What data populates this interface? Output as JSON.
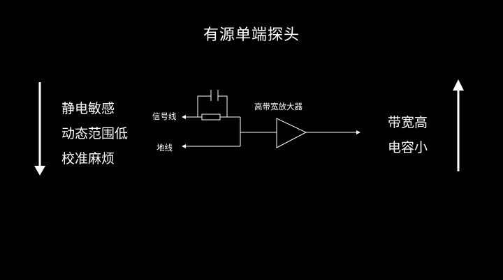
{
  "title": "有源单端探头",
  "left_text": [
    "静电敏感",
    "动态范围低",
    "校准麻烦"
  ],
  "right_text": [
    "带宽高",
    "电容小"
  ],
  "labels": {
    "signal_line": "信号线",
    "ground_line": "地线",
    "amplifier": "高带宽放大器"
  },
  "colors": {
    "background": "#000000",
    "foreground": "#ffffff"
  },
  "arrows": {
    "left": "down-arrow",
    "right": "up-arrow"
  }
}
